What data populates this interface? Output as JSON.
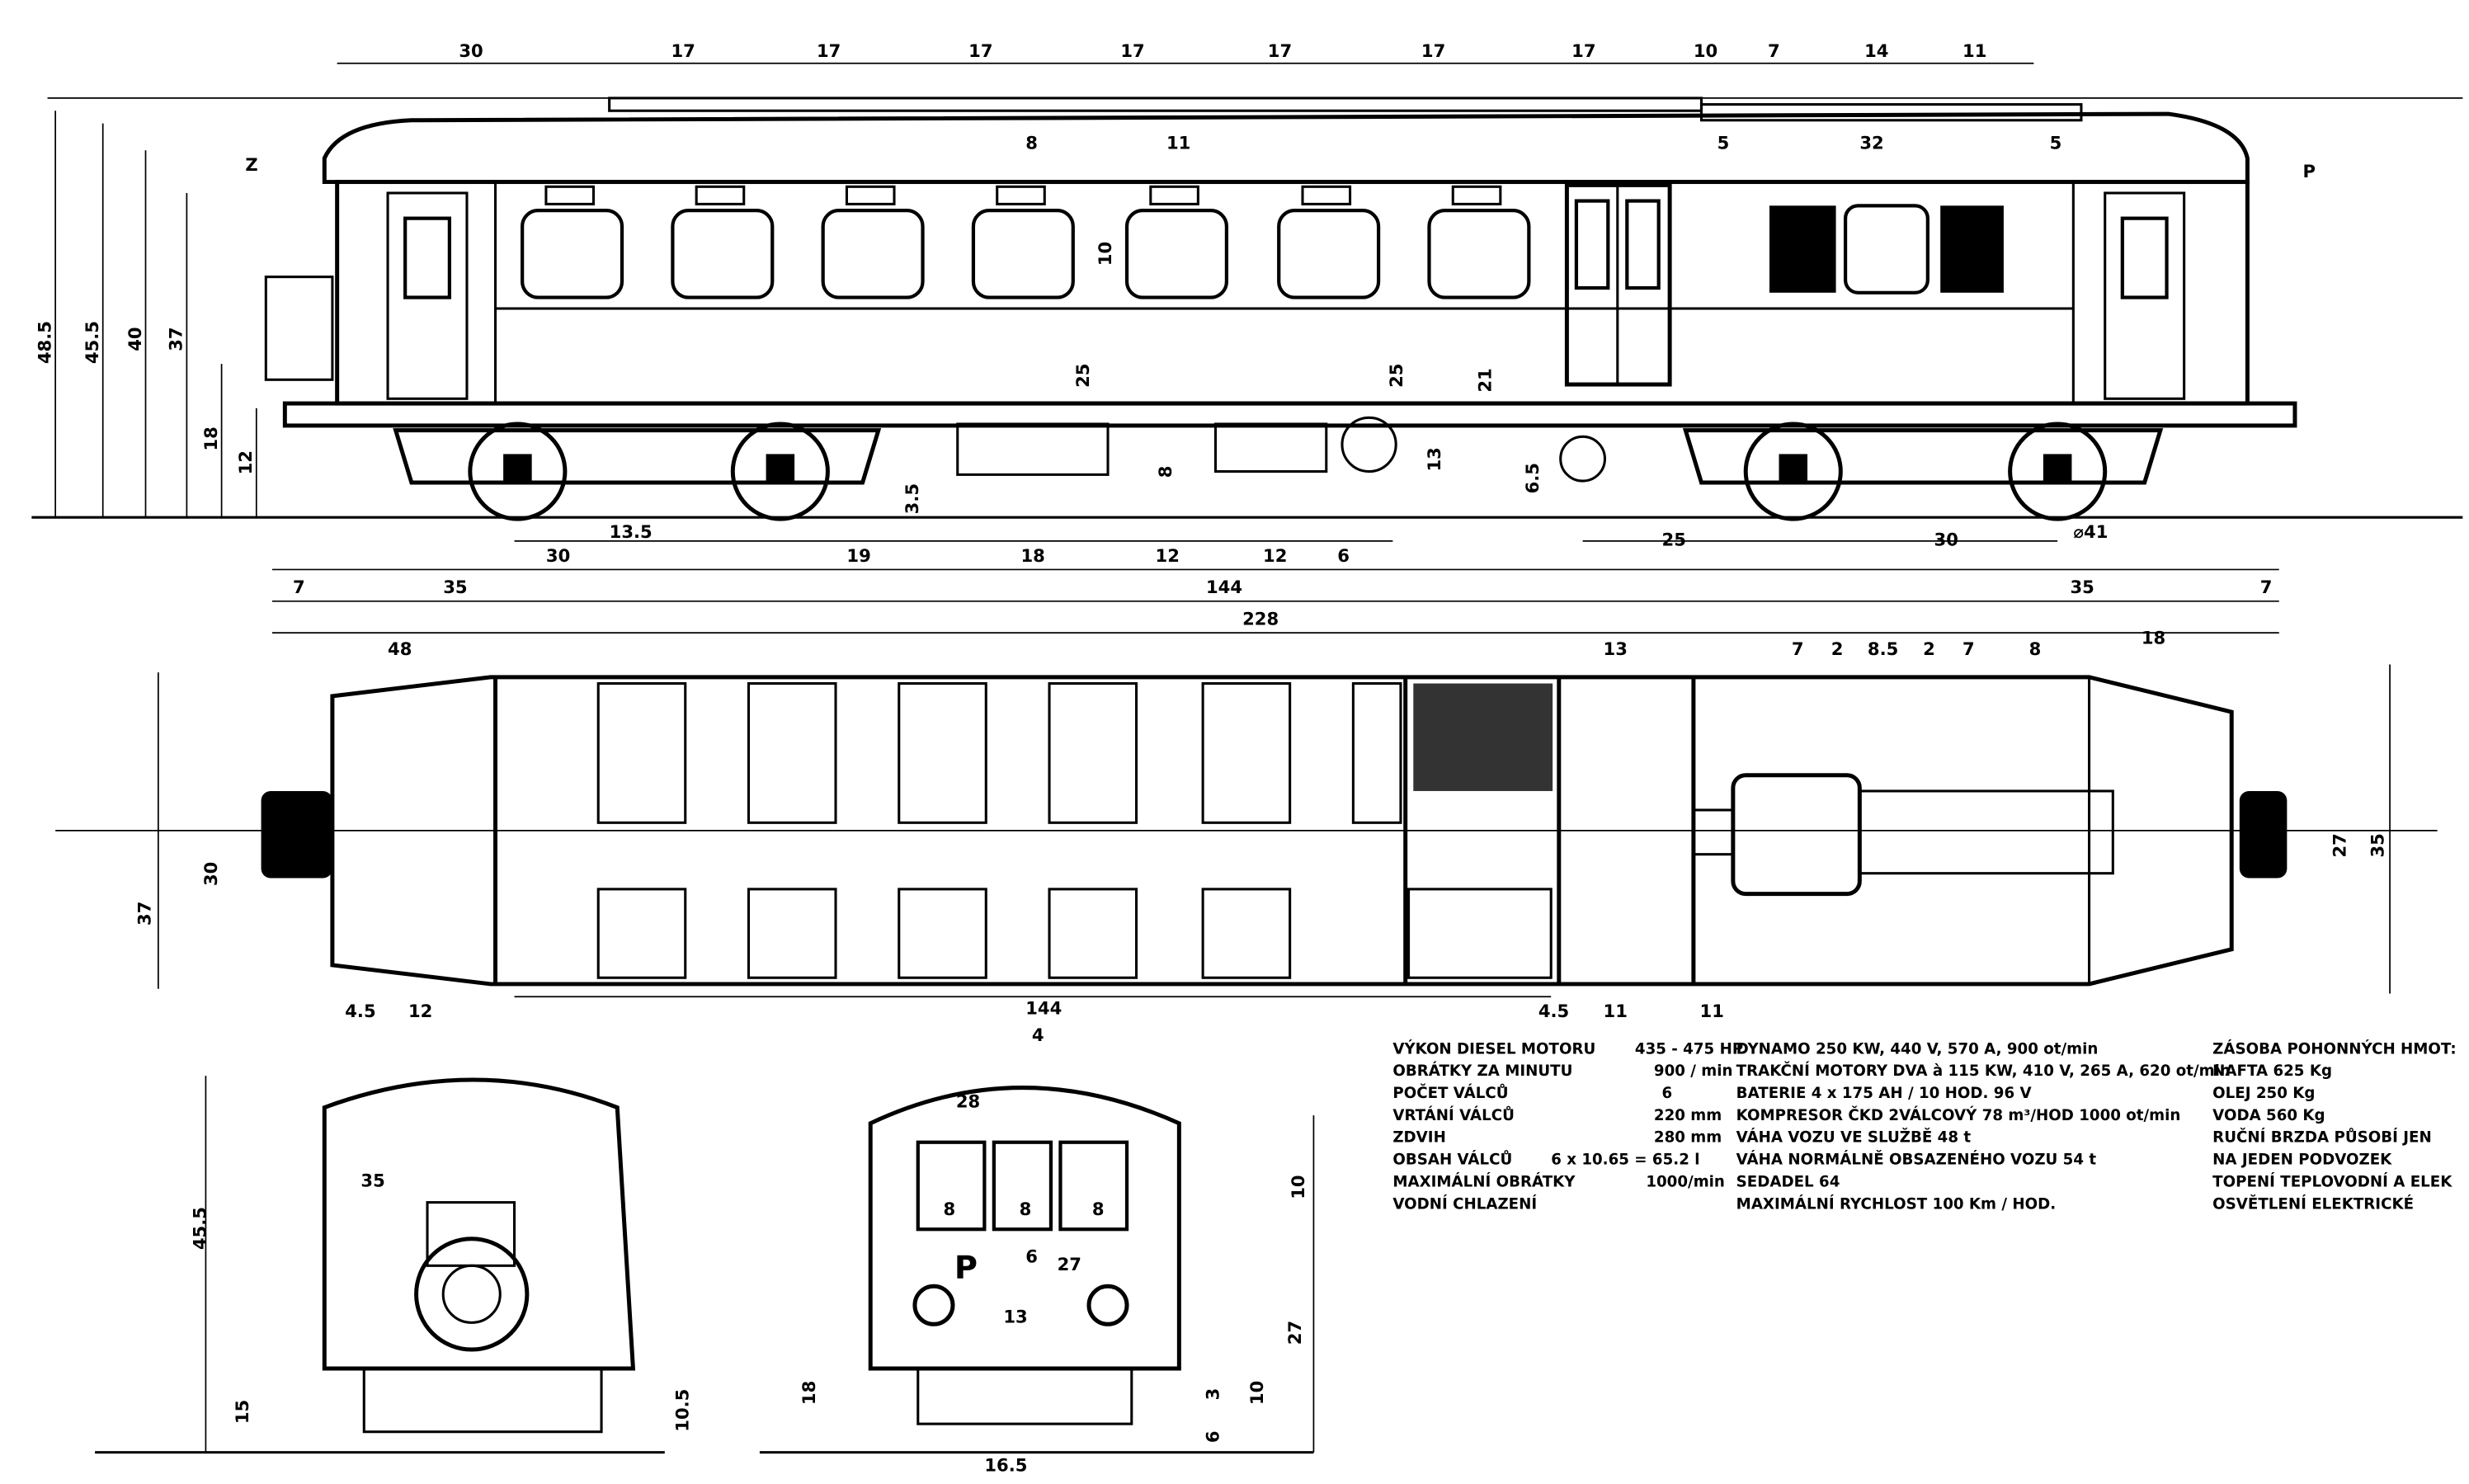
{
  "drawing": {
    "side_markers": [
      "Z",
      "P"
    ],
    "dims": {
      "top": [
        "30",
        "17",
        "17",
        "17",
        "17",
        "17",
        "17",
        "17",
        "10",
        "7",
        "14",
        "11"
      ],
      "roof": [
        "8",
        "11",
        "5",
        "32",
        "5"
      ],
      "left_heights": [
        "48.5",
        "45.5",
        "40",
        "37",
        "18",
        "12"
      ],
      "middle": [
        "10",
        "25",
        "21",
        "25",
        "13",
        "8",
        "3.5",
        "6.5"
      ],
      "bottom_row1": [
        "30",
        "13.5",
        "19",
        "18",
        "12",
        "12",
        "6",
        "25",
        "30",
        "⌀41"
      ],
      "bottom_row2": [
        "7",
        "35",
        "144",
        "35",
        "7"
      ],
      "overall": "228",
      "plan_top": [
        "48",
        "13",
        "7",
        "2",
        "8.5",
        "2",
        "7",
        "8",
        "18"
      ],
      "plan_side": [
        "37",
        "30",
        "27",
        "35"
      ],
      "plan_bottom": [
        "4.5",
        "12",
        "144",
        "4.5",
        "11",
        "11"
      ],
      "end_left": [
        "45.5",
        "35",
        "15",
        "10.5"
      ],
      "end_right": [
        "4",
        "28",
        "10",
        "8",
        "8",
        "8",
        "P",
        "6",
        "27",
        "13",
        "27",
        "18",
        "3",
        "10",
        "6",
        "16.5"
      ]
    }
  },
  "specs": {
    "engine": [
      {
        "label": "VÝKON DIESEL MOTORU",
        "value": "435 - 475 HP"
      },
      {
        "label": "OBRÁTKY ZA MINUTU",
        "value": "900 / min"
      },
      {
        "label": "POČET VÁLCŮ",
        "value": "6"
      },
      {
        "label": "VRTÁNÍ VÁLCŮ",
        "value": "220 mm"
      },
      {
        "label": "ZDVIH",
        "value": "280 mm"
      },
      {
        "label": "OBSAH VÁLCŮ",
        "value": "6 x 10.65 = 65.2 l"
      },
      {
        "label": "MAXIMÁLNÍ OBRÁTKY",
        "value": "1000/min"
      },
      {
        "label": "VODNÍ CHLAZENÍ",
        "value": ""
      }
    ],
    "electrical": [
      "DYNAMO 250 KW, 440 V, 570 A, 900 ot/min",
      "TRAKČNÍ MOTORY DVA à 115 KW, 410 V, 265 A, 620 ot/min",
      "BATERIE 4 x 175 AH / 10 HOD. 96 V",
      "KOMPRESOR ČKD 2VÁLCOVÝ 78 m³/HOD 1000 ot/min",
      "VÁHA VOZU VE SLUŽBĚ 48 t",
      "VÁHA NORMÁLNĚ OBSAZENÉHO VOZU 54 t",
      "SEDADEL 64",
      "MAXIMÁLNÍ RYCHLOST 100 Km / HOD."
    ],
    "supplies": [
      "ZÁSOBA POHONNÝCH HMOT:",
      "NAFTA 625 Kg",
      "OLEJ 250 Kg",
      "VODA 560 Kg",
      "RUČNÍ BRZDA PŮSOBÍ JEN",
      "NA JEDEN PODVOZEK",
      "TOPENÍ TEPLOVODNÍ A ELEK",
      "OSVĚTLENÍ ELEKTRICKÉ"
    ]
  }
}
